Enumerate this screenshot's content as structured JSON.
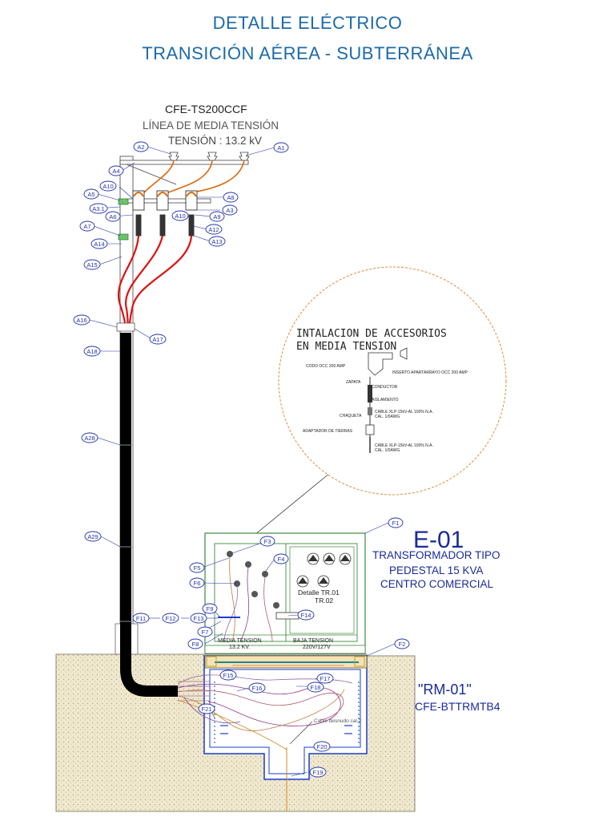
{
  "title": {
    "line1": "DETALLE ELÉCTRICO",
    "line2": "TRANSICIÓN  AÉREA - SUBTERRÁNEA"
  },
  "line_info": {
    "code": "CFE-TS200CCF",
    "name": "LÍNEA DE MEDIA TENSIÓN",
    "voltage": "TENSIÓN : 13.2 kV"
  },
  "detail_bubble": {
    "title_line1": "INTALACION DE ACCESORIOS",
    "title_line2": "EN MEDIA TENSION",
    "labels": {
      "codo": "CODO OCC 200 AMP",
      "inserto": "INSERTO APARTARRAYO OCC 200 AMP",
      "zapata": "ZAPATA",
      "conductor": "CONDUCTOR",
      "aislamiento": "AISLAMIENTO",
      "chaqueta": "CHAQUETA",
      "cable1_line1": "CABLE XLP-15kV-AL 100% N.A.",
      "cable1_line2": "CAL. 1/0AWG",
      "adaptador": "ADAPTADOR DE TIERRAS",
      "cable2_line1": "CABLE XLP-15kV-AL 100% N.A.",
      "cable2_line2": "CAL. 1/0AWG"
    }
  },
  "transformer": {
    "id": "E-01",
    "desc_line1": "TRANSFORMADOR TIPO",
    "desc_line2": "PEDESTAL 15 KVA",
    "desc_line3": "CENTRO COMERCIAL",
    "detail_line1": "Detalle TR.01",
    "detail_line2": "TR.02",
    "mt_label": "MEDIA TENSION",
    "mt_value": "13.2 KV.",
    "bt_label": "BAJA TENSION",
    "bt_value": "220V/127V"
  },
  "vault": {
    "id": "\"RM-01\"",
    "code": "CFE-BTTRMTB4",
    "ground_note": "Cable desnudo cal.2"
  },
  "tags": {
    "A1": "A1",
    "A2": "A2",
    "A3": "A3",
    "A3b": "A3.1",
    "A4": "A4",
    "A5": "A5",
    "A6": "A6",
    "A7": "A7",
    "A8": "A8",
    "A9": "A9",
    "A10": "A10",
    "A10b": "A10",
    "A12": "A12",
    "A13": "A13",
    "A14": "A14",
    "A15": "A15",
    "A16": "A16",
    "A17": "A17",
    "A18": "A18",
    "A28": "A28",
    "A29": "A29",
    "F1": "F1",
    "F2": "F2",
    "F3": "F3",
    "F4": "F4",
    "F5": "F5",
    "F6": "F6",
    "F7": "F7",
    "F8": "F8",
    "F9": "F9",
    "F11": "F11",
    "F12": "F12",
    "F13": "F13",
    "F14": "F14",
    "F15": "F15",
    "F16": "F16",
    "F17": "F17",
    "F18": "F18",
    "F19": "F19",
    "F20": "F20",
    "F21": "F21"
  },
  "colors": {
    "title_blue": "#1c6aa8",
    "tag_blue": "#2233aa",
    "cable_red": "#e01010",
    "insulator_orange": "#d96a10",
    "transformer_green": "#3c8a3c",
    "bubble_orange": "#e08a3a",
    "vault_blue": "#1a3cc8",
    "soil_fill": "#efe8cf"
  }
}
